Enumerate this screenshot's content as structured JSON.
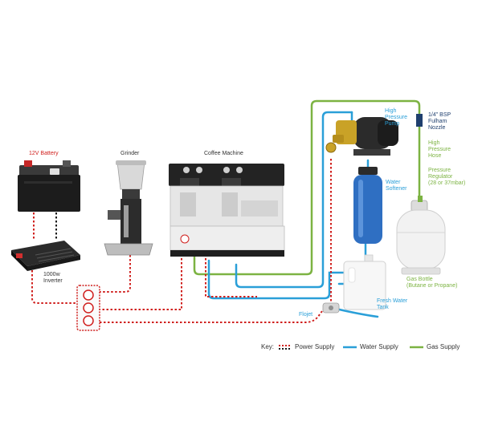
{
  "colors": {
    "power": "#d0201e",
    "power_alt": "#1a1a1a",
    "water": "#2a9fd8",
    "gas": "#7cb342",
    "label_dark": "#333333",
    "label_navy": "#1f3f6e"
  },
  "icons": {
    "battery": "battery-icon",
    "inverter": "inverter-icon",
    "grinder": "grinder-icon",
    "coffee_machine": "coffee-machine-icon",
    "pump": "pump-icon",
    "softener": "water-softener-icon",
    "gas_bottle": "gas-bottle-icon",
    "water_tank": "water-tank-icon",
    "socket": "power-socket-icon",
    "flojet": "flojet-icon"
  },
  "labels": {
    "battery": "12V Battery",
    "inverter_1": "1000w",
    "inverter_2": "Inverter",
    "grinder": "Grinder",
    "coffee_machine": "Coffee Machine",
    "pump_1": "High",
    "pump_2": "Pressure",
    "pump_3": "Pump",
    "nozzle_1": "1/4\" BSP",
    "nozzle_2": "Fulham",
    "nozzle_3": "Nozzle",
    "hose_1": "High",
    "hose_2": "Pressure",
    "hose_3": "Hose",
    "regulator_1": "Pressure",
    "regulator_2": "Regulator",
    "regulator_3": "(28 or 37mbar)",
    "softener_1": "Water",
    "softener_2": "Softener",
    "gas_bottle_1": "Gas Bottle",
    "gas_bottle_2": "(Butane or Propane)",
    "tank_1": "Fresh Water",
    "tank_2": "Tank",
    "flojet": "Flojet"
  },
  "legend": {
    "key": "Key:",
    "power": "Power Supply",
    "water": "Water Supply",
    "gas": "Gas Supply"
  }
}
